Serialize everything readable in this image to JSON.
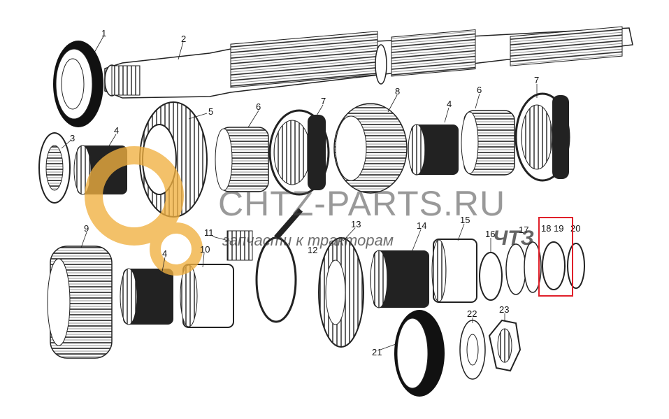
{
  "diagram": {
    "part_labels": [
      "1",
      "2",
      "3",
      "4",
      "5",
      "6",
      "7",
      "8",
      "6",
      "4",
      "7",
      "9",
      "4",
      "10",
      "11",
      "12",
      "13",
      "14",
      "15",
      "16",
      "17",
      "18",
      "19",
      "20",
      "21",
      "22",
      "23"
    ],
    "highlighted_parts": [
      "19",
      "20"
    ],
    "highlight_color": "#e0202a"
  },
  "watermark": {
    "site": "CHTZ-PARTS.RU",
    "tagline": "запчасти к тракторам",
    "brand": "ЧТЗ",
    "logo_color": "#f0b040"
  }
}
